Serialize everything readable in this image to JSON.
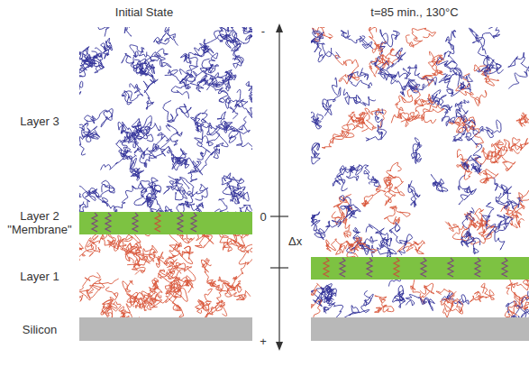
{
  "diagram": {
    "labels": [
      "Initial State",
      "t=85 min., 130°C",
      "Layer 3",
      "Layer 2 \"Membrane\"",
      "Layer 1",
      "Silicon",
      "-",
      "0",
      "Δx",
      "+"
    ]
  }
}
